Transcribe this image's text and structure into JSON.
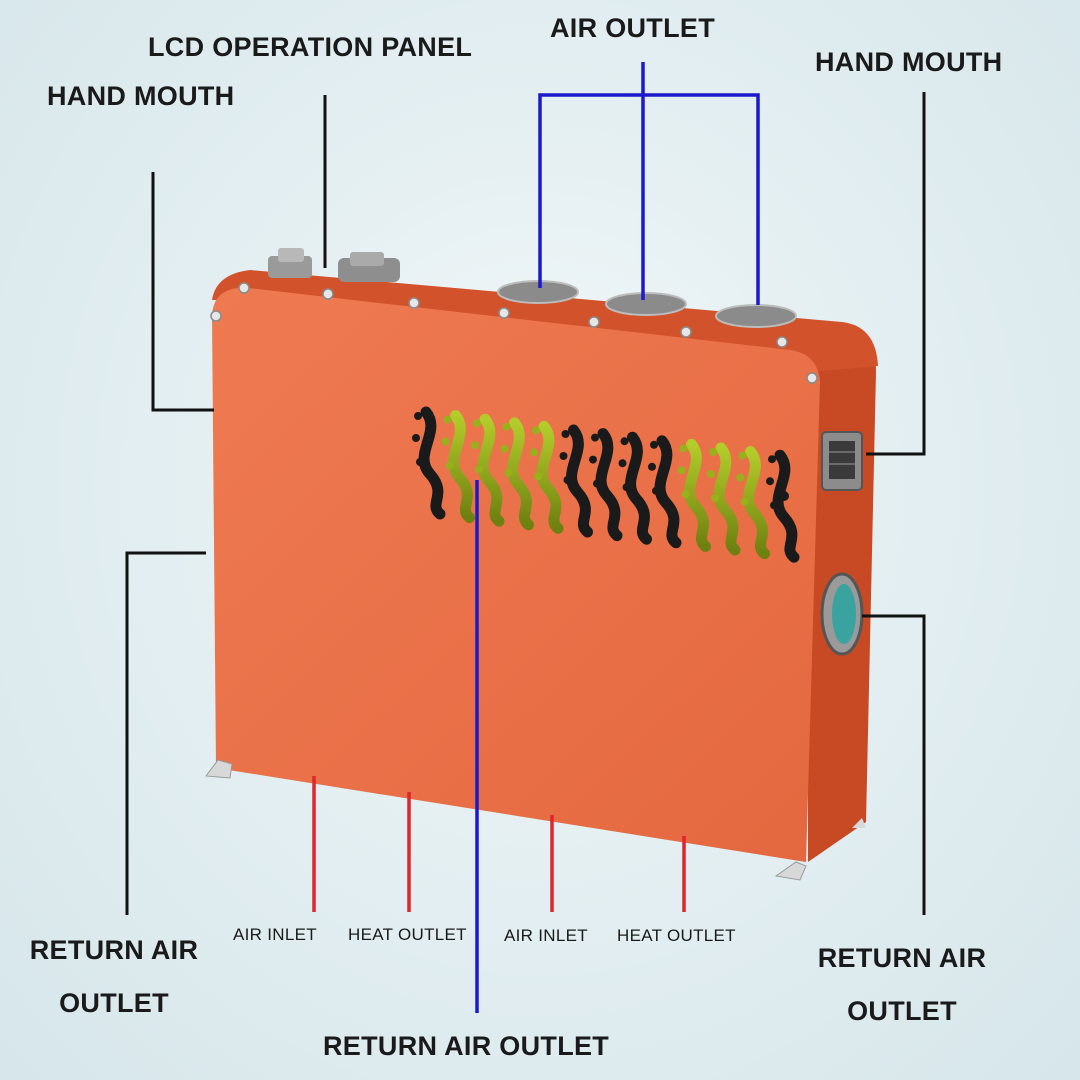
{
  "labels": {
    "lcd_operation_panel": "LCD OPERATION PANEL",
    "air_outlet": "AIR OUTLET",
    "hand_mouth_left": "HAND MOUTH",
    "hand_mouth_right": "HAND MOUTH",
    "return_air_outlet_left": [
      "RETURN AIR",
      "OUTLET"
    ],
    "return_air_outlet_right": [
      "RETURN AIR",
      "OUTLET"
    ],
    "return_air_outlet_bottom": "RETURN AIR OUTLET",
    "bottom_ports": [
      "AIR INLET",
      "HEAT OUTLET",
      "AIR INLET",
      "HEAT OUTLET"
    ]
  },
  "colors": {
    "cabinet_front": "#e8704a",
    "cabinet_top": "#d2532b",
    "cabinet_side": "#c84a24",
    "leader_black": "#111111",
    "leader_blue": "#1a1acc",
    "leader_red": "#e0262b",
    "wave_dark": "#1a1a1a",
    "wave_green": "#9fb81a"
  }
}
